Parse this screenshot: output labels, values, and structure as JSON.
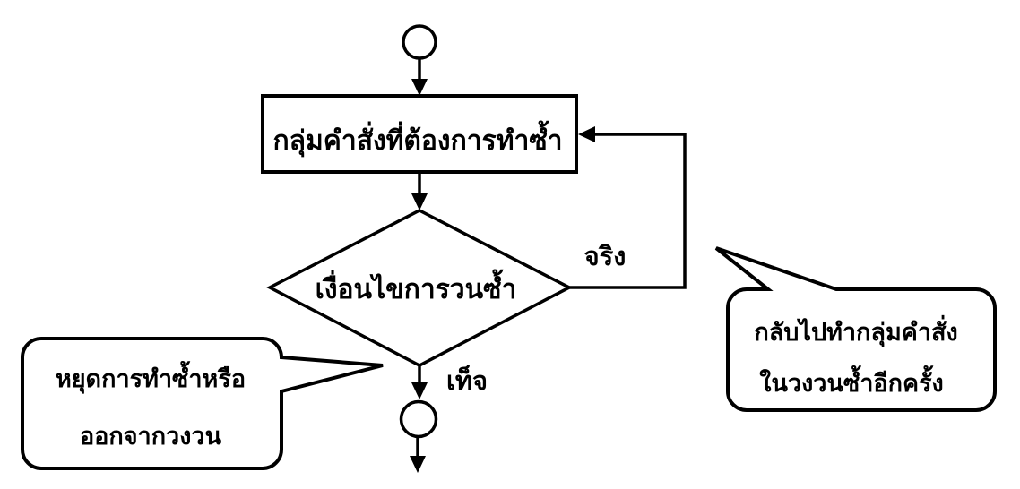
{
  "diagram": {
    "type": "flowchart-loop-structure",
    "colors": {
      "background": "#ffffff",
      "stroke": "#000000",
      "fill": "#ffffff",
      "text": "#000000"
    },
    "process_label": "กลุ่มคำสั่งที่ต้องการทำซ้ำ",
    "decision_label": "เงื่อนไขการวนซ้ำ",
    "branch_true_label": "จริง",
    "branch_false_label": "เท็จ",
    "callout_left": {
      "line1": "หยุดการทำซ้ำหรือ",
      "line2": "ออกจากวงวน"
    },
    "callout_right": {
      "line1": "กลับไปทำกลุ่มคำสั่ง",
      "line2": "ในวงวนซ้ำอีกครั้ง"
    }
  }
}
